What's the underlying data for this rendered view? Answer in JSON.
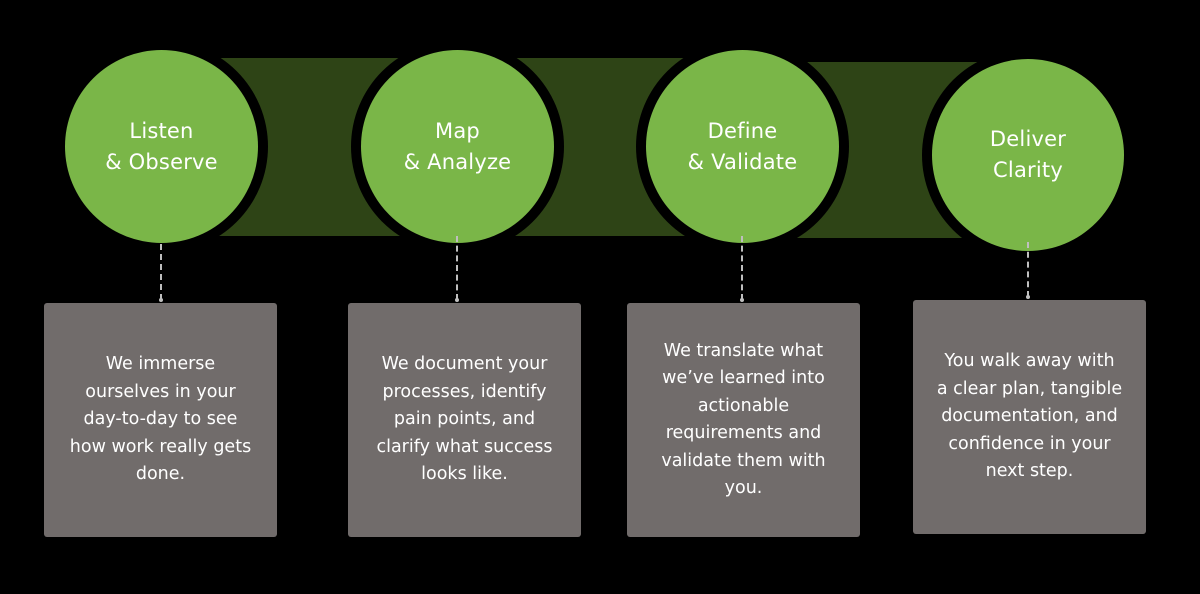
{
  "colors": {
    "background": "#000000",
    "circle_fill": "#7ab648",
    "band_fill": "#2e4416",
    "box_fill": "#716c6b",
    "text": "#ffffff",
    "connector": "#bfbfbf"
  },
  "steps": [
    {
      "title": "Listen\n& Observe",
      "description": "We immerse\nourselves in your\nday-to-day to see\nhow work really gets\ndone."
    },
    {
      "title": "Map\n& Analyze",
      "description": "We document your\nprocesses, identify\npain points, and\nclarify what success\nlooks like."
    },
    {
      "title": "Define\n& Validate",
      "description": "We translate what\nwe’ve learned into\nactionable\nrequirements and\nvalidate them with\nyou."
    },
    {
      "title": "Deliver\nClarity",
      "description": "You walk away with\na clear plan, tangible\ndocumentation, and\nconfidence in your\nnext step."
    }
  ]
}
